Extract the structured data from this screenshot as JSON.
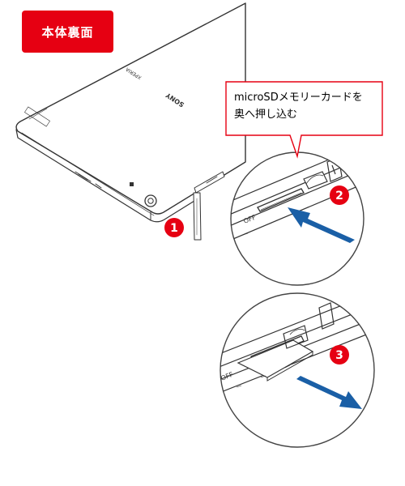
{
  "title_badge": {
    "label": "本体裏面",
    "color": "#e60012"
  },
  "callout": {
    "line1": "microSDメモリーカードを",
    "line2": "奥へ押し込む",
    "border_color": "#e60012"
  },
  "device_labels": {
    "brand": "SONY",
    "model": "XPERIA",
    "switch_label": "OFF"
  },
  "steps": [
    "1",
    "2",
    "3"
  ],
  "colors": {
    "step_badge": "#e60012",
    "arrow": "#1a5fa6",
    "line": "#333333"
  },
  "icons": [
    "push-arrow-icon",
    "release-arrow-icon",
    "camera-lens-icon"
  ]
}
